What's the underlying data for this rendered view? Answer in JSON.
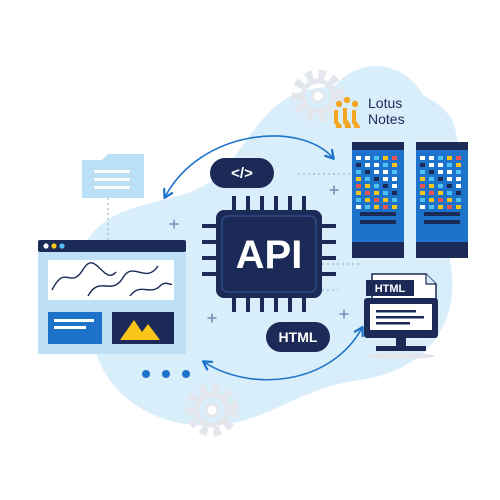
{
  "api_chip": {
    "label": "API"
  },
  "code_badge": {
    "label": "</>"
  },
  "html_badge": {
    "label": "HTML"
  },
  "html_document": {
    "label": "HTML"
  },
  "brand": {
    "line1": "Lotus",
    "line2": "Notes",
    "color": "#f5a623"
  },
  "colors": {
    "navy": "#1b2a56",
    "blob": "#d9eefb",
    "blue": "#1d73c9",
    "light_blue": "#b9e0f7",
    "gear": "#e3e6ec",
    "accent_yellow": "#f9c519",
    "arrow": "#1d73c9"
  }
}
